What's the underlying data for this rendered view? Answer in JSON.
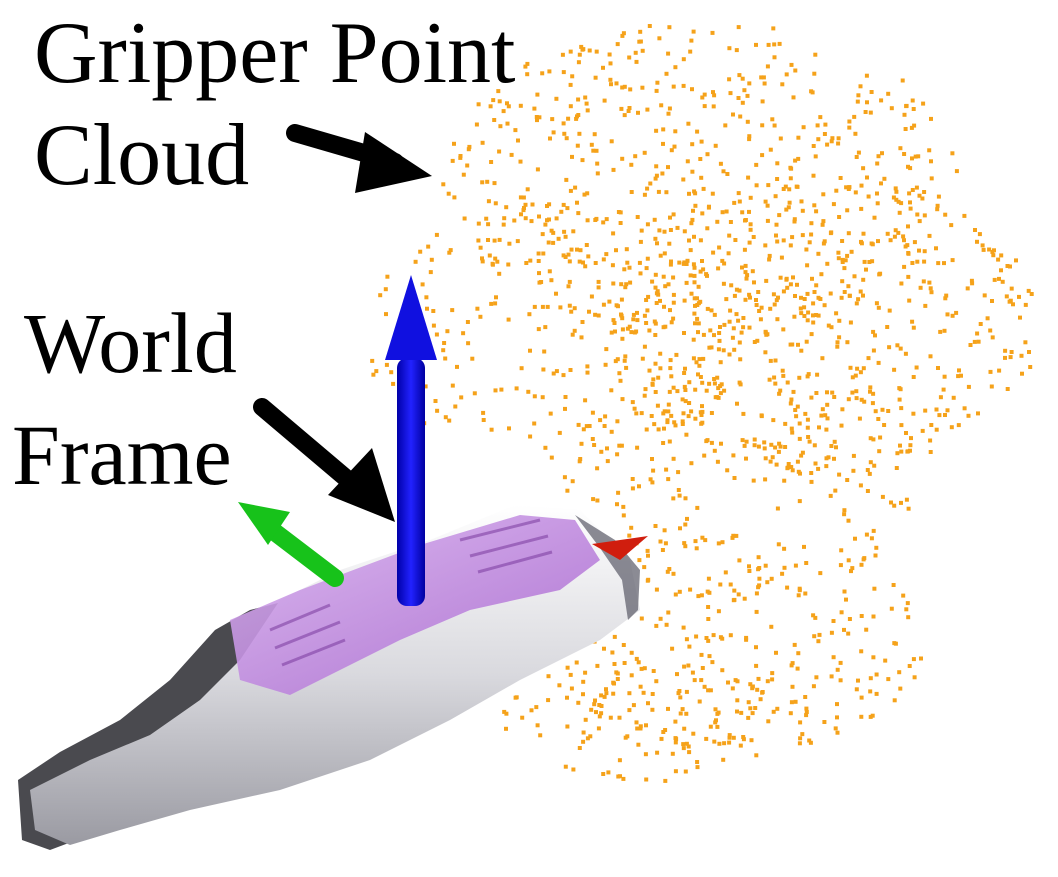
{
  "labels": {
    "gripper_line1": "Gripper Point",
    "gripper_line2": "Cloud",
    "world_line1": "World",
    "world_line2": "Frame"
  },
  "colors": {
    "point_cloud": "#f5a21a",
    "z_axis": "#0a0adf",
    "y_axis": "#17c21a",
    "x_axis": "#d01e0e",
    "bottle_body": "#e9e9ec",
    "label_tint": "#b27ad8",
    "callout_arrow": "#000000",
    "background": "#ffffff"
  },
  "icons": {
    "gripper_arrow": "callout-arrow-icon",
    "world_arrow": "callout-arrow-icon"
  }
}
